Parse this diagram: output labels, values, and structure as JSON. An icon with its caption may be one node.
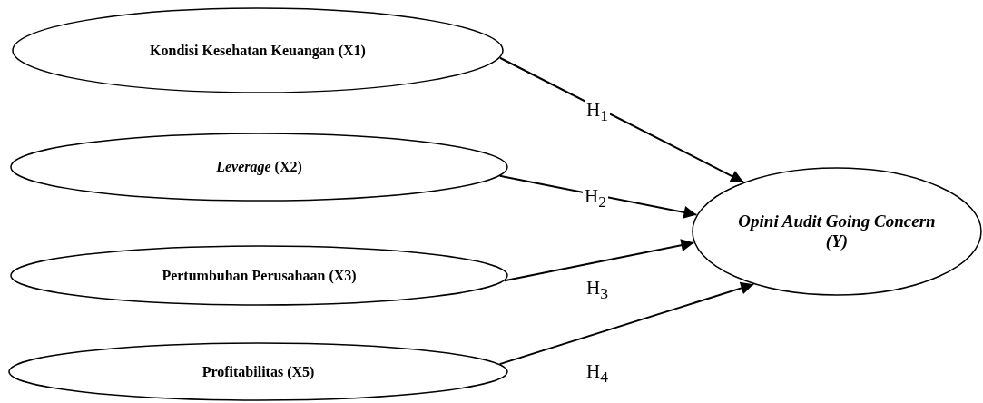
{
  "diagram": {
    "nodes": [
      {
        "text": [
          "Kondisi Kesehatan Keuangan (X1)"
        ]
      },
      {
        "text": [
          "*Leverage* (X2)"
        ]
      },
      {
        "text": [
          "Pertumbuhan Perusahaan (X3)"
        ]
      },
      {
        "text": [
          "Profitabilitas  (X5)"
        ]
      },
      {
        "text": [
          "*Opini Audit Going Concern* (Y)"
        ]
      }
    ],
    "edges": [
      {
        "from": 0,
        "to": 4,
        "arrow": "to",
        "label": "H$_{1}$"
      },
      {
        "from": 1,
        "to": 4,
        "arrow": "to",
        "label": "H$_{2}$"
      },
      {
        "from": 2,
        "to": 4,
        "arrow": "to",
        "label": "H$_{3}$"
      },
      {
        "from": 3,
        "to": 4,
        "arrow": "to",
        "label": "H$_{4}$"
      }
    ]
  }
}
